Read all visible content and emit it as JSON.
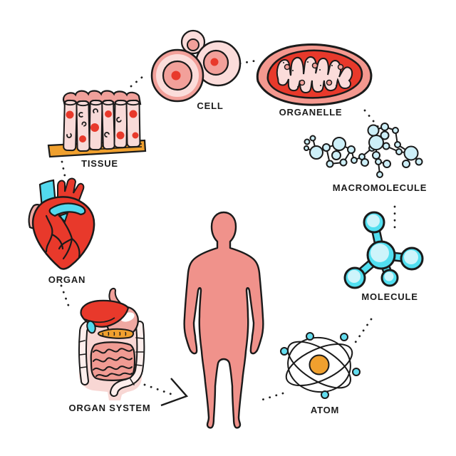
{
  "diagram": {
    "background": "#ffffff",
    "labels": {
      "cell": "CELL",
      "organelle": "ORGANELLE",
      "macromolecule": "MACROMOLECULE",
      "molecule": "MOLECULE",
      "atom": "ATOM",
      "organ_system": "ORGAN SYSTEM",
      "organ": "ORGAN",
      "tissue": "TISSUE"
    },
    "icons": [
      "cell-illustration",
      "mitochondrion-organelle-illustration",
      "macromolecule-illustration",
      "molecule-illustration",
      "atom-illustration",
      "human-body-illustration",
      "heart-organ-illustration",
      "digestive-organ-system-illustration",
      "epithelial-tissue-illustration",
      "dotted-connector-lines",
      "chevron-arrow-icon"
    ],
    "colors": {
      "outline": "#1a1a1a",
      "red": "#e8392b",
      "salmon": "#f2a09a",
      "light_pink": "#fbdcda",
      "body_skin": "#f0928b",
      "cyan": "#52d9ee",
      "light_cyan": "#cdeff8",
      "orange": "#f0a02e",
      "background": "#ffffff"
    }
  }
}
